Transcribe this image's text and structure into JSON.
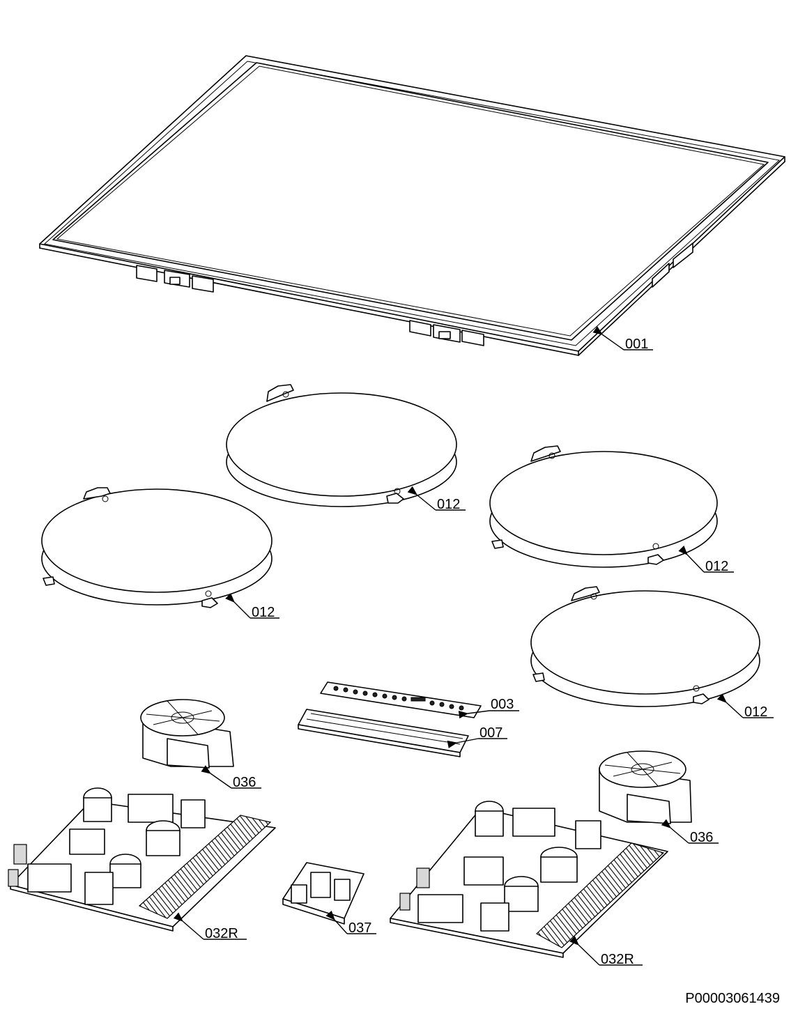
{
  "drawing_number": "P00003061439",
  "callouts": [
    {
      "id": "callout-001",
      "label": "001"
    },
    {
      "id": "callout-012-a",
      "label": "012"
    },
    {
      "id": "callout-012-b",
      "label": "012"
    },
    {
      "id": "callout-012-c",
      "label": "012"
    },
    {
      "id": "callout-012-d",
      "label": "012"
    },
    {
      "id": "callout-003",
      "label": "003"
    },
    {
      "id": "callout-007",
      "label": "007"
    },
    {
      "id": "callout-036-a",
      "label": "036"
    },
    {
      "id": "callout-036-b",
      "label": "036"
    },
    {
      "id": "callout-032R-a",
      "label": "032R"
    },
    {
      "id": "callout-032R-b",
      "label": "032R"
    },
    {
      "id": "callout-037",
      "label": "037"
    }
  ]
}
